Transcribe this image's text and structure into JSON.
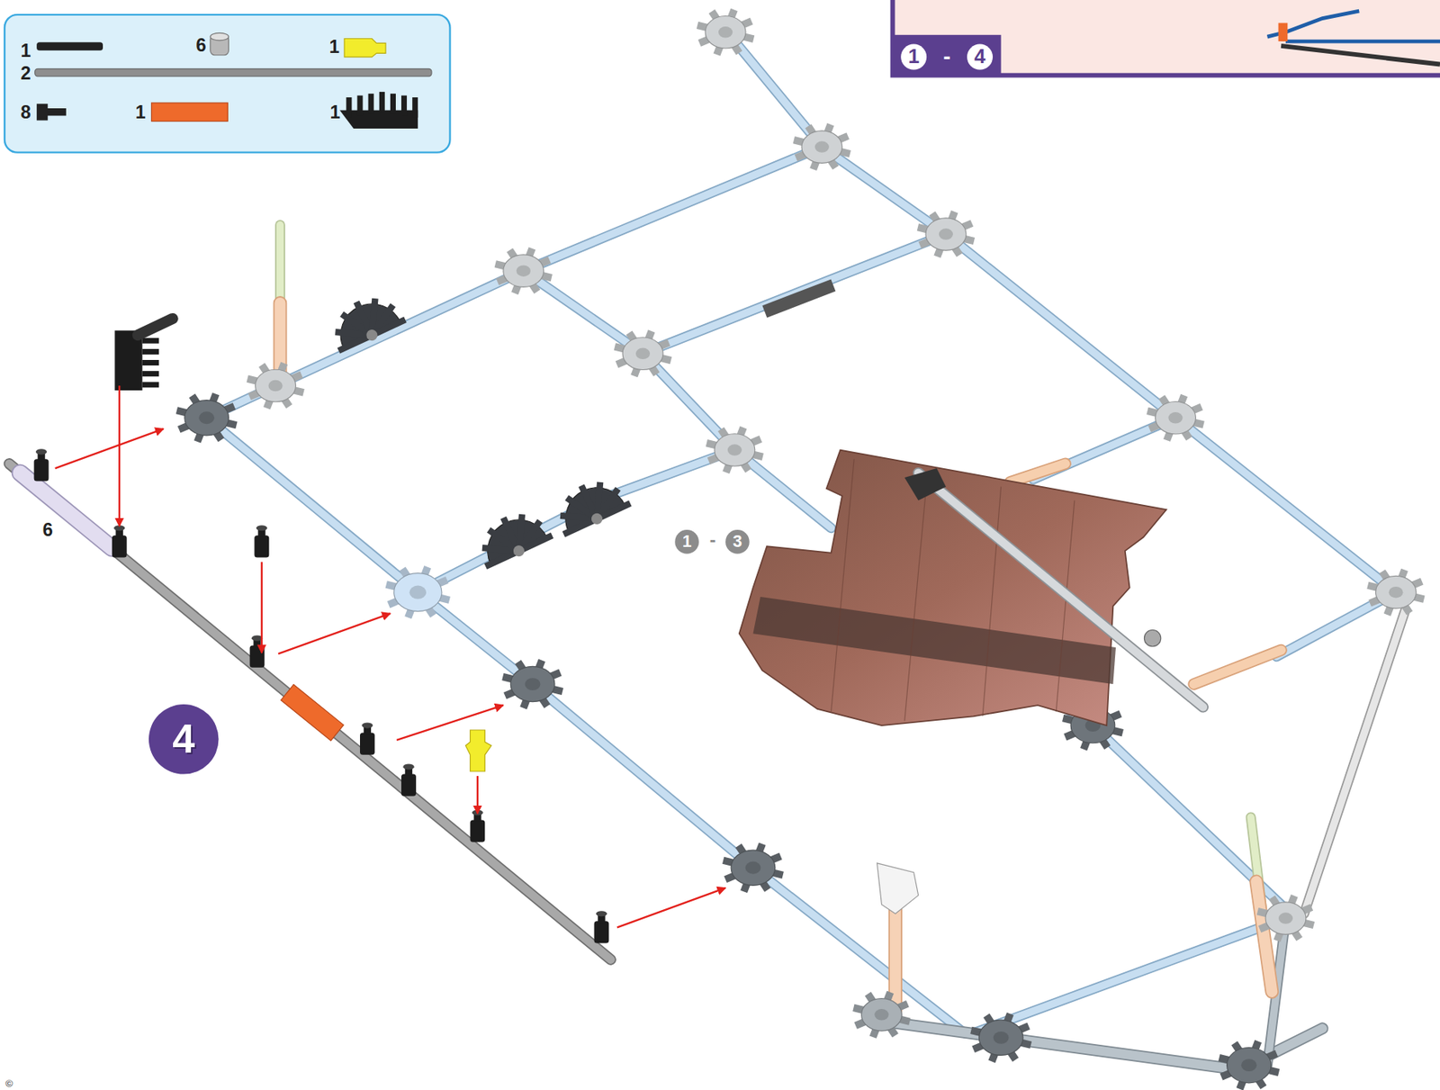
{
  "diagram": {
    "labels": [
      "1",
      "6",
      "1",
      "2",
      "8",
      "1",
      "1",
      "1",
      "-",
      "4",
      "6",
      "1",
      "-",
      "3",
      "4",
      "©"
    ]
  }
}
